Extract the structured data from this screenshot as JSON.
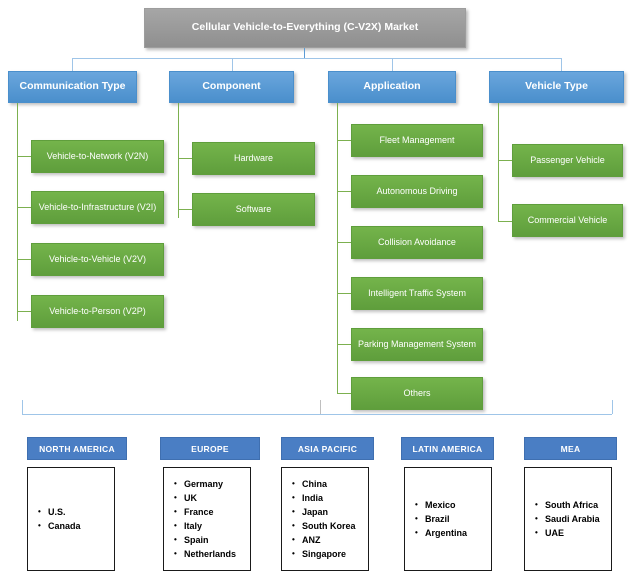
{
  "title": "Cellular Vehicle-to-Everything (C-V2X) Market",
  "colors": {
    "root": "#9a9a9a",
    "category": "#5b9bd5",
    "leaf": "#70ad47",
    "region_header": "#4a7ec4",
    "connector_blue": "#9fc5e8",
    "connector_green": "#7cb04f"
  },
  "categories": [
    {
      "label": "Communication Type",
      "items": [
        "Vehicle-to-Network (V2N)",
        "Vehicle-to-Infrastructure (V2I)",
        "Vehicle-to-Vehicle (V2V)",
        "Vehicle-to-Person (V2P)"
      ]
    },
    {
      "label": "Component",
      "items": [
        "Hardware",
        "Software"
      ]
    },
    {
      "label": "Application",
      "items": [
        "Fleet Management",
        "Autonomous Driving",
        "Collision Avoidance",
        "Intelligent Traffic System",
        "Parking Management System",
        "Others"
      ]
    },
    {
      "label": "Vehicle Type",
      "items": [
        "Passenger Vehicle",
        "Commercial Vehicle"
      ]
    }
  ],
  "regions": [
    {
      "name": "NORTH AMERICA",
      "countries": [
        "U.S.",
        "Canada"
      ]
    },
    {
      "name": "EUROPE",
      "countries": [
        "Germany",
        "UK",
        "France",
        "Italy",
        "Spain",
        "Netherlands"
      ]
    },
    {
      "name": "ASIA PACIFIC",
      "countries": [
        "China",
        "India",
        "Japan",
        "South Korea",
        "ANZ",
        "Singapore"
      ]
    },
    {
      "name": "LATIN AMERICA",
      "countries": [
        "Mexico",
        "Brazil",
        "Argentina"
      ]
    },
    {
      "name": "MEA",
      "countries": [
        "South Africa",
        "Saudi Arabia",
        "UAE"
      ]
    }
  ]
}
